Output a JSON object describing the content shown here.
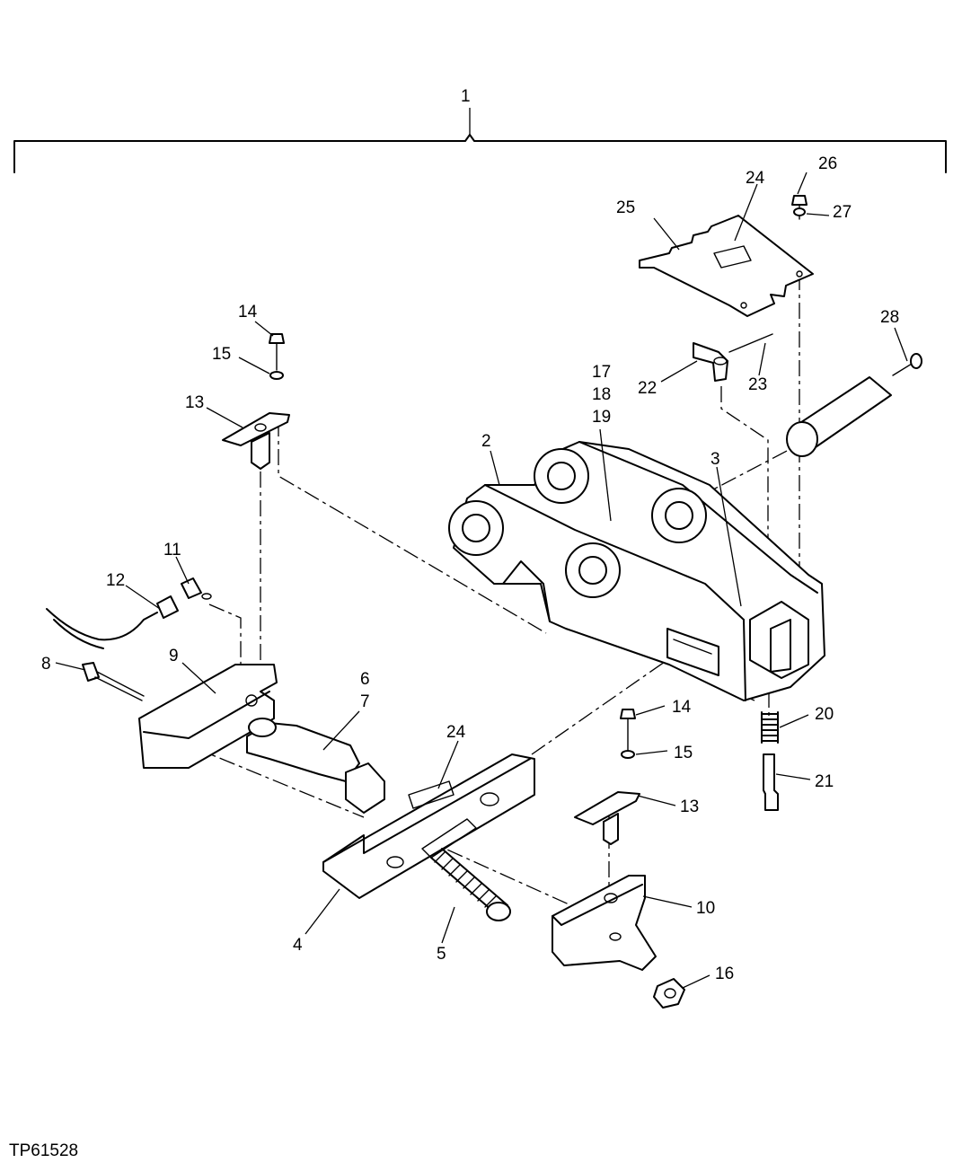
{
  "figure_id": "TP61528",
  "callouts": {
    "c1": "1",
    "c2": "2",
    "c3": "3",
    "c4": "4",
    "c5": "5",
    "c6": "6",
    "c7": "7",
    "c8": "8",
    "c9": "9",
    "c10": "10",
    "c11": "11",
    "c12": "12",
    "c13a": "13",
    "c13b": "13",
    "c14a": "14",
    "c14b": "14",
    "c15a": "15",
    "c15b": "15",
    "c16": "16",
    "c17": "17",
    "c18": "18",
    "c19": "19",
    "c20": "20",
    "c21": "21",
    "c22": "22",
    "c23": "23",
    "c24a": "24",
    "c24b": "24",
    "c25": "25",
    "c26": "26",
    "c27": "27",
    "c28": "28"
  }
}
